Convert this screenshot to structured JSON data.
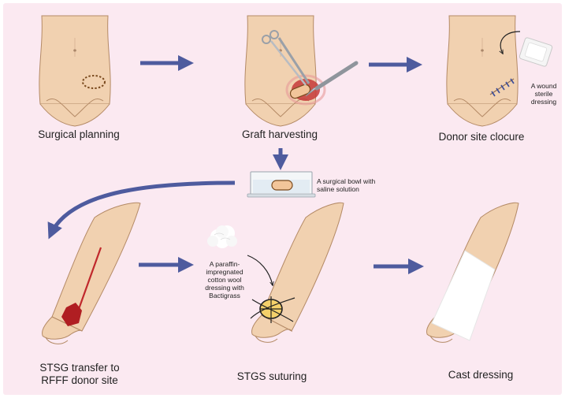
{
  "colors": {
    "background": "#fbe9f1",
    "arrow": "#4e5b9e",
    "skin": "#f1d1b0",
    "skin_edge": "#b48a66",
    "wound": "#b01e22",
    "dressing": "#ffffff"
  },
  "steps": {
    "surgical_planning": "Surgical planning",
    "graft_harvesting": "Graft harvesting",
    "donor_site_closure": "Donor site clocure",
    "stsg_transfer_line1": "STSG transfer to",
    "stsg_transfer_line2": "RFFF donor site",
    "stgs_suturing": "STGS suturing",
    "cast_dressing": "Cast dressing"
  },
  "annotations": {
    "wound_dressing_line1": "A wound",
    "wound_dressing_line2": "sterile",
    "wound_dressing_line3": "dressing",
    "bowl_line1": "A surgical bowl with",
    "bowl_line2": "saline solution",
    "paraffin_line1": "A paraffin-",
    "paraffin_line2": "impregnated",
    "paraffin_line3": "cotton wool",
    "paraffin_line4": "dressing with",
    "paraffin_line5": "Bactigrass"
  },
  "icons": [
    "flow-arrow-icon",
    "torso-icon",
    "forceps-icon",
    "scalpel-icon",
    "graft-icon",
    "suture-icon",
    "sterile-dressing-icon",
    "surgical-bowl-icon",
    "forearm-icon",
    "cotton-wool-icon",
    "cast-icon"
  ]
}
